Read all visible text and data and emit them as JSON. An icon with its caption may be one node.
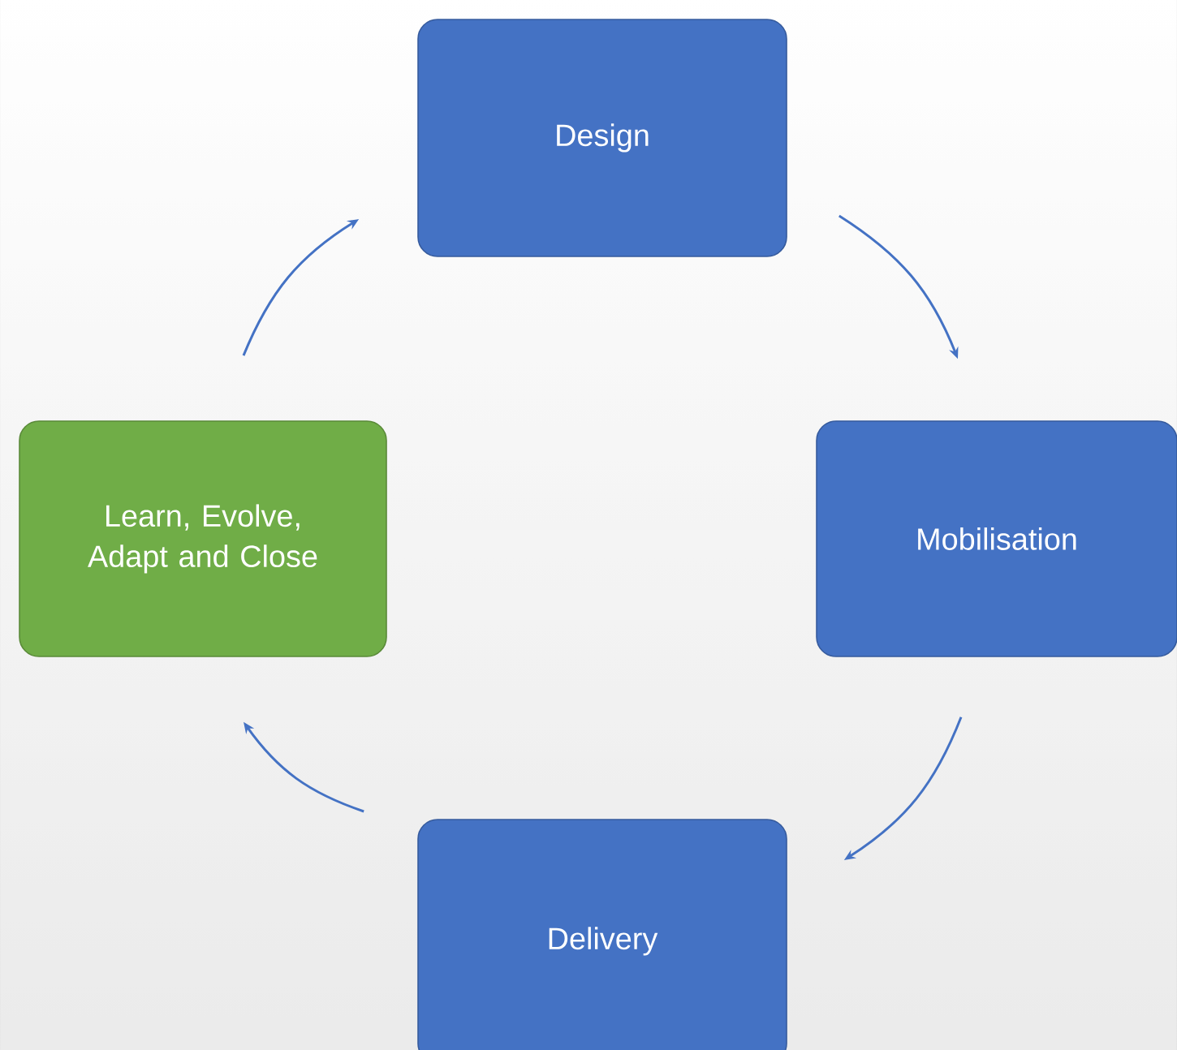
{
  "diagram": {
    "nodes": [
      {
        "text": [
          "Design"
        ]
      },
      {
        "text": [
          "Mobilisation"
        ]
      },
      {
        "text": [
          "Delivery"
        ]
      },
      {
        "text": [
          "Learn, Evolve, Adapt and Close"
        ]
      }
    ],
    "edges": [
      {
        "from": 0,
        "to": 1,
        "arrow": "to"
      },
      {
        "from": 1,
        "to": 2,
        "arrow": "to"
      },
      {
        "from": 2,
        "to": 3,
        "arrow": "to"
      },
      {
        "from": 3,
        "to": 0,
        "arrow": "to",
        "color": "#4472c4"
      }
    ]
  }
}
